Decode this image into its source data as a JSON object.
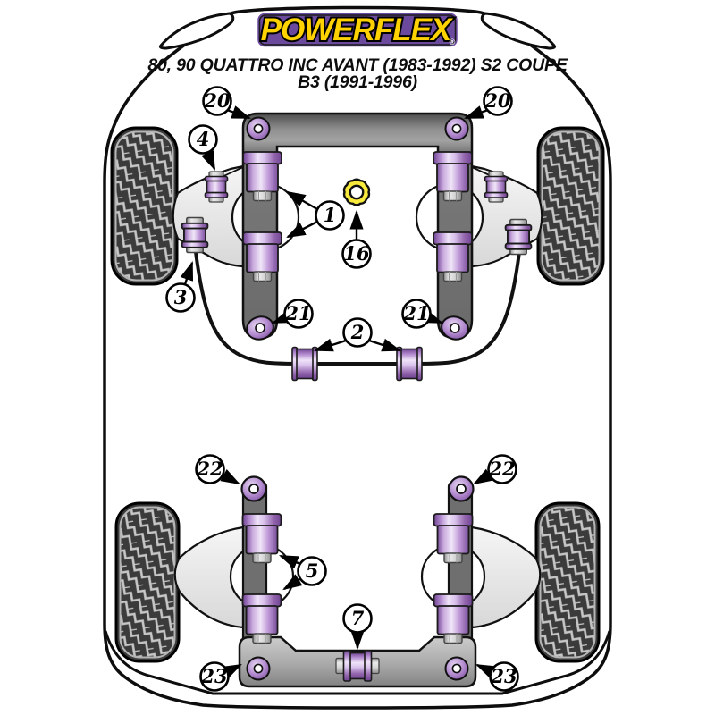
{
  "brand": {
    "logo_text": "POWERFLEX",
    "registered_mark": "®"
  },
  "title": {
    "line1": "80, 90 QUATTRO INC AVANT (1983-1992) S2 COUPE",
    "line2": "B3 (1991-1996)"
  },
  "callouts": {
    "front_subframe_left": "20",
    "front_subframe_right": "20",
    "front_upper_arm_bush": "4",
    "front_wishbone_bushes": "1",
    "steering_rack_mount": "16",
    "front_lower_arm_bush": "3",
    "front_link_left": "21",
    "front_link_right": "21",
    "anti_roll_bar_bushes": "2",
    "rear_link_left": "22",
    "rear_link_right": "22",
    "rear_arm_bushes": "5",
    "rear_centre_bush": "7",
    "rear_subframe_left": "23",
    "rear_subframe_right": "23"
  },
  "colors": {
    "bushing_purple": "#8a5aa8",
    "bushing_highlight": "#f0e6f8",
    "steering_gear_yellow": "#f8ea3d",
    "logo_background": "#6b4a9e",
    "logo_text_yellow": "#ffd200",
    "frame_grey": "#6f6f6f"
  }
}
